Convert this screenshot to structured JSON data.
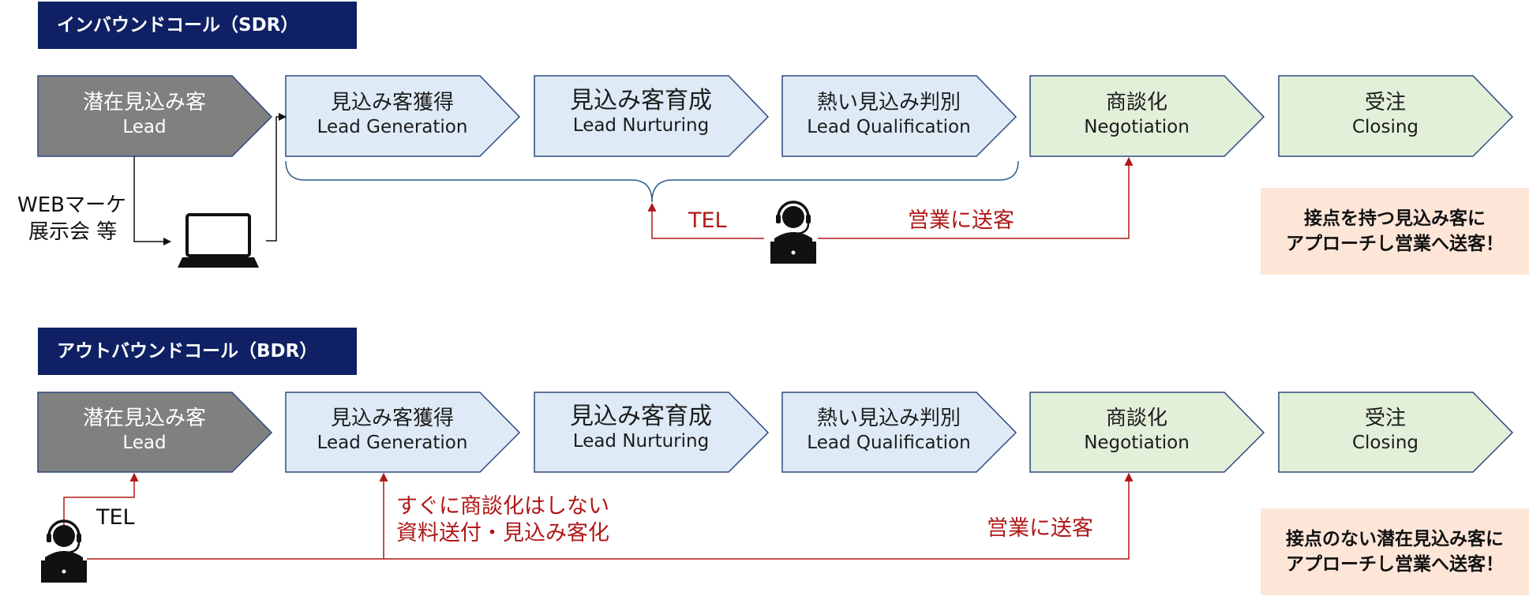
{
  "colors": {
    "header_bg": "#0f2164",
    "lead_fill": "#808080",
    "marketing_fill": "#deebf7",
    "sales_fill": "#e2efd9",
    "outline": "#2e4a7d",
    "red": "#b01818",
    "callout_bg": "#fde6d8"
  },
  "stages": [
    {
      "jp": "潜在見込み客",
      "en": "Lead"
    },
    {
      "jp": "見込み客獲得",
      "en": "Lead Generation"
    },
    {
      "jp": "見込み客育成",
      "en": "Lead Nurturing"
    },
    {
      "jp": "熱い見込み判別",
      "en": "Lead Qualification"
    },
    {
      "jp": "商談化",
      "en": "Negotiation"
    },
    {
      "jp": "受注",
      "en": "Closing"
    }
  ],
  "inbound": {
    "title": "インバウンドコール（SDR）",
    "source_line1": "WEBマーケ",
    "source_line2": "展示会 等",
    "tel_label": "TEL",
    "send_label": "営業に送客",
    "callout_line1": "接点を持つ見込み客に",
    "callout_line2": "アプローチし営業へ送客！",
    "icons": [
      "laptop-icon",
      "operator-icon"
    ]
  },
  "outbound": {
    "title": "アウトバウンドコール（BDR）",
    "tel_label": "TEL",
    "note_line1": "すぐに商談化はしない",
    "note_line2": "資料送付・見込み客化",
    "send_label": "営業に送客",
    "callout_line1": "接点のない潜在見込み客に",
    "callout_line2": "アプローチし営業へ送客！",
    "icons": [
      "operator-icon"
    ]
  }
}
